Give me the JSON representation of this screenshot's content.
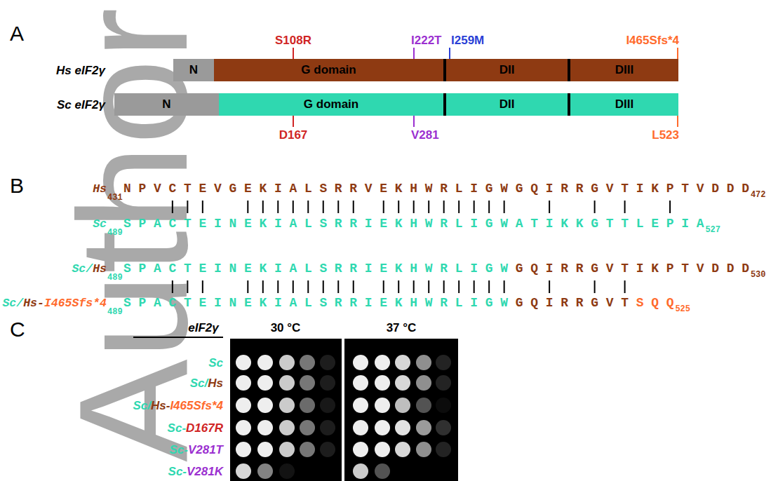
{
  "diagram": {
    "nodes": [
      {
        "text": [
          "N"
        ]
      },
      {
        "text": [
          "G domain"
        ]
      },
      {
        "text": [
          "DII"
        ]
      },
      {
        "text": [
          "DIII"
        ]
      },
      {
        "text": [
          "N"
        ]
      },
      {
        "text": [
          "G domain"
        ]
      },
      {
        "text": [
          "DII"
        ]
      },
      {
        "text": [
          "DIII"
        ]
      }
    ],
    "labels": [
      "Author",
      "A",
      "S108R",
      "I222T",
      "I259M",
      "I465Sfs*4",
      "Hs eIF2γ",
      "Sc eIF2γ",
      "D167",
      "V281",
      "L523",
      "B",
      "Hs",
      "431",
      "N P V C T E V G E K I A L S R R V E K H W R L I G W G Q I R R G V T I K P T V D D D",
      "472",
      "Sc",
      "489",
      "S P A C T E I N E K I A L S R R I E K H W R L I G W A T I K K G T T L E P I A",
      "527",
      "Sc/",
      "Hs",
      "489",
      "S P A C T E I N E K I A L S R R I E K H W R L I G W",
      "G Q I R R G V T I K P T V D D D",
      "530",
      "Sc/",
      "Hs-",
      "I465Sfs*4",
      "489",
      "S P A C T E I N E K I A L S R R I E K H W R L I G W",
      "G Q I R R G V T",
      "S Q Q",
      "525",
      "C",
      "eIF2γ",
      "30 °C",
      "37 °C",
      "Sc",
      "Sc/",
      "Hs",
      "Sc/",
      "Hs-",
      "I465Sfs*4",
      "Sc-",
      "D167R",
      "Sc-",
      "V281T",
      "Sc-",
      "V281K"
    ]
  }
}
